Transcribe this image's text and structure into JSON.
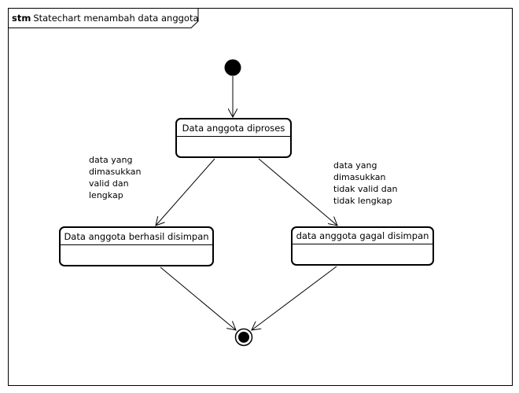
{
  "frame": {
    "keyword": "stm",
    "title": "Statechart menambah data anggota"
  },
  "states": {
    "processing": "Data anggota diproses",
    "success": "Data anggota berhasil disimpan",
    "failure": "data anggota gagal disimpan"
  },
  "guards": {
    "valid": [
      "data yang",
      "dimasukkan",
      "valid dan",
      "lengkap"
    ],
    "invalid": [
      "data yang",
      "dimasukkan",
      "tidak valid dan",
      "tidak lengkap"
    ]
  }
}
